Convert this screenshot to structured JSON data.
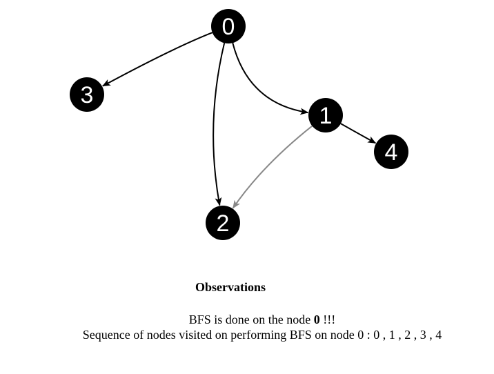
{
  "graph": {
    "nodes": [
      {
        "id": "0",
        "label": "0"
      },
      {
        "id": "1",
        "label": "1"
      },
      {
        "id": "2",
        "label": "2"
      },
      {
        "id": "3",
        "label": "3"
      },
      {
        "id": "4",
        "label": "4"
      }
    ],
    "edges": [
      {
        "from": "0",
        "to": "3",
        "color": "#000000"
      },
      {
        "from": "0",
        "to": "2",
        "color": "#000000"
      },
      {
        "from": "0",
        "to": "1",
        "color": "#000000"
      },
      {
        "from": "1",
        "to": "4",
        "color": "#000000"
      },
      {
        "from": "1",
        "to": "2",
        "color": "#888888"
      }
    ]
  },
  "observations": {
    "title": "Observations",
    "line1_prefix": "BFS is done on the node ",
    "line1_node": "0",
    "line1_suffix": " !!!",
    "line2": "Sequence of nodes visited on performing BFS on node 0 : 0 , 1 , 2 , 3 , 4"
  }
}
